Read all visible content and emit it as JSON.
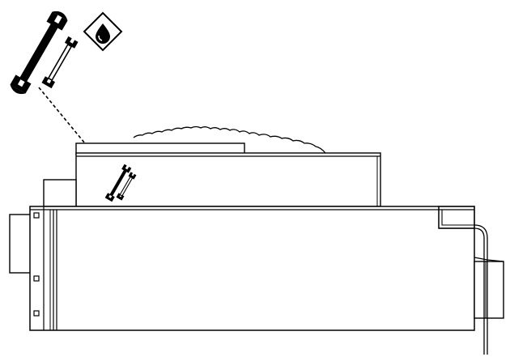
{
  "diagram": {
    "title": "",
    "stroke_color": "#000000",
    "background_color": "#ffffff",
    "icons": [
      {
        "name": "large-wrench-icon",
        "kind": "open-end wrench"
      },
      {
        "name": "small-wrench-icon",
        "kind": "open-end wrench"
      },
      {
        "name": "oil-drop-warning-icon",
        "kind": "diamond with fluid drop"
      },
      {
        "name": "detail-wrench-pair-icon",
        "kind": "service point marker"
      }
    ],
    "components": [
      "main-housing",
      "top-unit-box",
      "raised-cover-lid",
      "bumpy-top-outline",
      "left-duct-flange",
      "right-outlet-duct",
      "right-bracket",
      "drain-pipe",
      "service-leader-line"
    ]
  }
}
